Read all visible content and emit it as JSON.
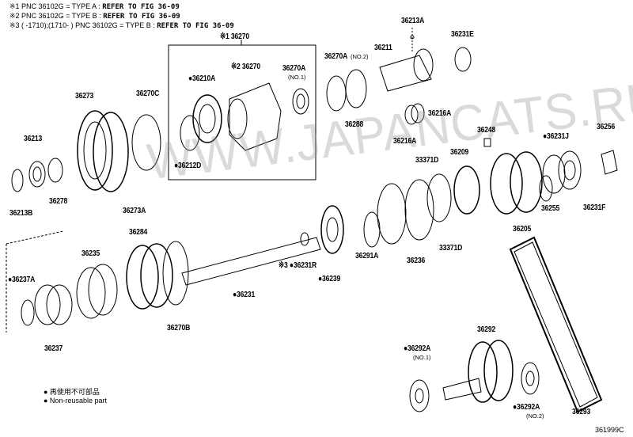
{
  "notes": [
    {
      "mark": "※1 PNC 36102G = TYPE A : ",
      "ref": "REFER TO FIG 36-09"
    },
    {
      "mark": "※2 PNC 36102G = TYPE B : ",
      "ref": "REFER TO FIG 36-09"
    },
    {
      "mark": "※3 (      -1710);(1710-      ) PNC 36102G = TYPE B : ",
      "ref": "REFER TO FIG 36-09"
    }
  ],
  "labels": {
    "g36270": "※1 36270",
    "p36273": "36273",
    "p36270C": "36270C",
    "p36213": "36213",
    "p36213B": "36213B",
    "p36278": "36278",
    "p36273A": "36273A",
    "p36210A": "●36210A",
    "p36270_2": "※2 36270",
    "p36270A1": "36270A",
    "p36270A1_sub": "(NO.1)",
    "p36212D": "●36212D",
    "p36270A2": "36270A",
    "p36270A2_sub": "(NO.2)",
    "p36211": "36211",
    "p36213A": "36213A",
    "p36231E": "36231E",
    "p36288": "36288",
    "p36216A_a": "36216A",
    "p36216A_b": "36216A",
    "p36248": "36248",
    "p36231J": "●36231J",
    "p36256": "36256",
    "p36209": "36209",
    "p33371D_a": "33371D",
    "p36255": "36255",
    "p36231F": "36231F",
    "p36205": "36205",
    "p36284": "36284",
    "p36235": "36235",
    "p36237A": "●36237A",
    "p36237": "36237",
    "p36270B": "36270B",
    "p36231R": "※3 ●36231R",
    "p36231": "●36231",
    "p36239": "●36239",
    "p36291A": "36291A",
    "p36236": "36236",
    "p33371D_b": "33371D",
    "p36292": "36292",
    "p36292A1": "●36292A",
    "p36292A1_sub": "(NO.1)",
    "p36292A2": "●36292A",
    "p36292A2_sub": "(NO.2)",
    "p36293": "36293"
  },
  "legend": {
    "jp": "● 再使用不可部品",
    "en": "● Non-reusable part"
  },
  "watermark": "WWW.JAPANCATS.RU",
  "figure_code": "361999C"
}
